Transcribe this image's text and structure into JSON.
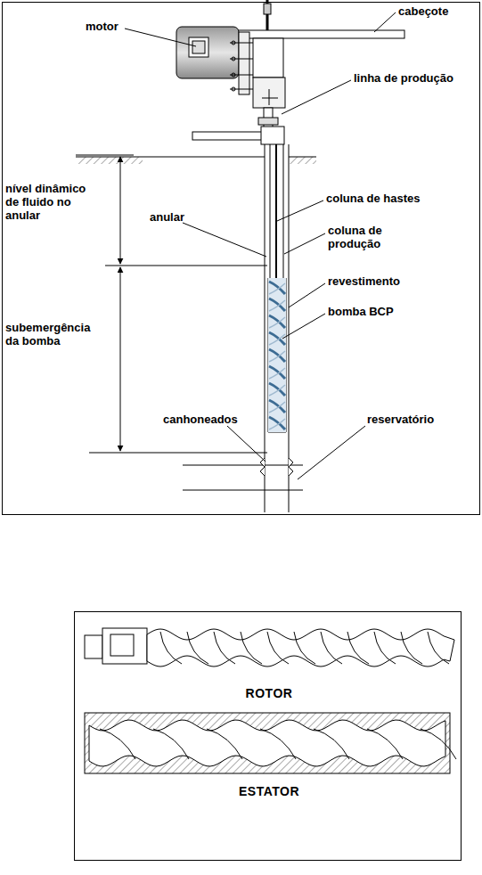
{
  "diagram": {
    "labels": [
      "cabeçote",
      "motor",
      "linha de produção",
      "nível dinâmico de fluido no anular",
      "anular",
      "coluna de hastes",
      "coluna de produção",
      "revestimento",
      "bomba BCP",
      "subemergência da bomba",
      "canhoneados",
      "reservatório",
      "ROTOR",
      "ESTATOR"
    ]
  }
}
